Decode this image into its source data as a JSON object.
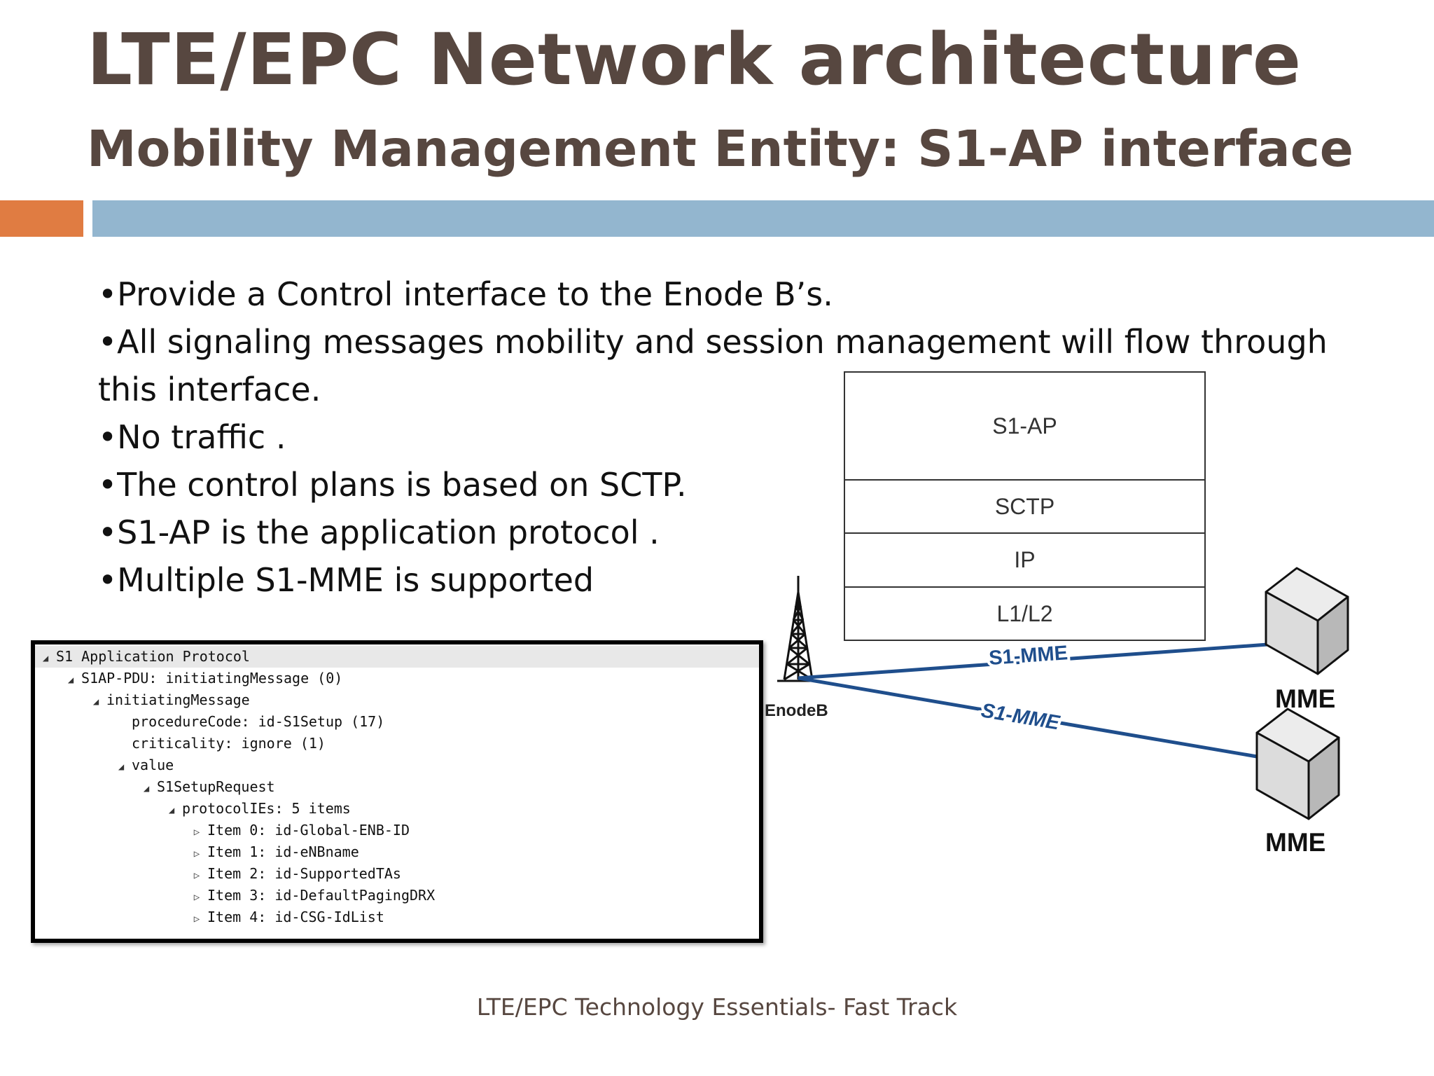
{
  "slide": {
    "title": "LTE/EPC Network architecture",
    "subtitle": "Mobility Management Entity: S1-AP interface",
    "bullets": [
      "•Provide a Control interface to the Enode B’s.",
      "•All signaling messages mobility and session management will flow through",
      "this interface.",
      "•No traffic .",
      "•The control plans is based on SCTP.",
      "•S1-AP is the application protocol .",
      "•Multiple  S1-MME is supported"
    ],
    "footer": "LTE/EPC Technology Essentials- Fast Track"
  },
  "protocol_stack": {
    "layers": [
      "S1-AP",
      "SCTP",
      "IP",
      "L1/L2"
    ]
  },
  "packet_tree": {
    "rows": [
      {
        "text": "S1 Application Protocol",
        "twisty": "◢",
        "level": 0,
        "selected": true
      },
      {
        "text": "S1AP-PDU: initiatingMessage (0)",
        "twisty": "◢",
        "level": 1
      },
      {
        "text": "initiatingMessage",
        "twisty": "◢",
        "level": 2
      },
      {
        "text": "procedureCode: id-S1Setup (17)",
        "twisty": "",
        "level": 3
      },
      {
        "text": "criticality: ignore (1)",
        "twisty": "",
        "level": 3
      },
      {
        "text": "value",
        "twisty": "◢",
        "level": 3
      },
      {
        "text": "S1SetupRequest",
        "twisty": "◢",
        "level": 4
      },
      {
        "text": "protocolIEs: 5 items",
        "twisty": "◢",
        "level": 5
      },
      {
        "text": "Item 0: id-Global-ENB-ID",
        "twisty": "▷",
        "level": 6
      },
      {
        "text": "Item 1: id-eNBname",
        "twisty": "▷",
        "level": 6
      },
      {
        "text": "Item 2: id-SupportedTAs",
        "twisty": "▷",
        "level": 6
      },
      {
        "text": "Item 3: id-DefaultPagingDRX",
        "twisty": "▷",
        "level": 6
      },
      {
        "text": "Item 4: id-CSG-IdList",
        "twisty": "▷",
        "level": 6
      }
    ]
  },
  "network_diagram": {
    "enodeb_label": "EnodeB",
    "link_label_1": "S1-MME",
    "link_label_2": "S1-MME",
    "mme_label_1": "MME",
    "mme_label_2": "MME",
    "link_color": "#1f4e8c"
  }
}
